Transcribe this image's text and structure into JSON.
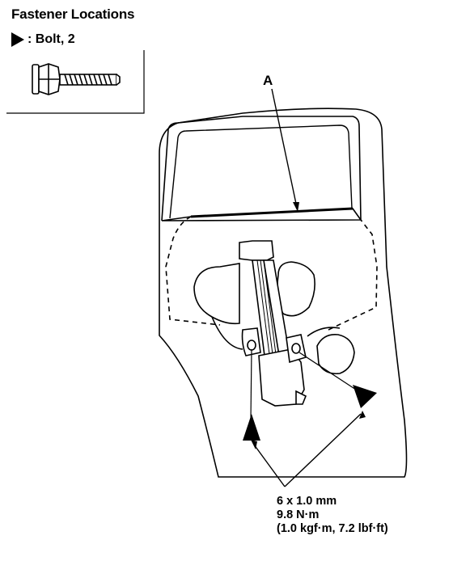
{
  "header": {
    "title": "Fastener Locations"
  },
  "legend": {
    "symbol_icon": "filled-right-triangle-icon",
    "text": ": Bolt, 2"
  },
  "callouts": {
    "label_a": "A"
  },
  "spec": {
    "size": "6 x 1.0 mm",
    "torque_nm": "9.8 N·m",
    "torque_alt": "(1.0 kgf·m, 7.2 lbf·ft)"
  },
  "colors": {
    "line": "#000000",
    "background": "#ffffff"
  }
}
